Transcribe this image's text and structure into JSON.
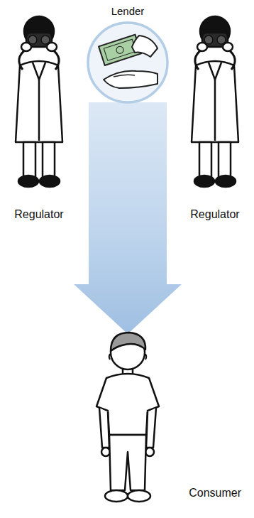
{
  "diagram": {
    "nodes": [
      {
        "text": [
          "Lender"
        ]
      },
      {
        "text": [
          "Regulator"
        ]
      },
      {
        "text": [
          "Regulator"
        ]
      },
      {
        "text": [
          "Consumer"
        ]
      }
    ],
    "edges": [
      {
        "from": 0,
        "to": 3,
        "arrow": "to"
      }
    ]
  }
}
